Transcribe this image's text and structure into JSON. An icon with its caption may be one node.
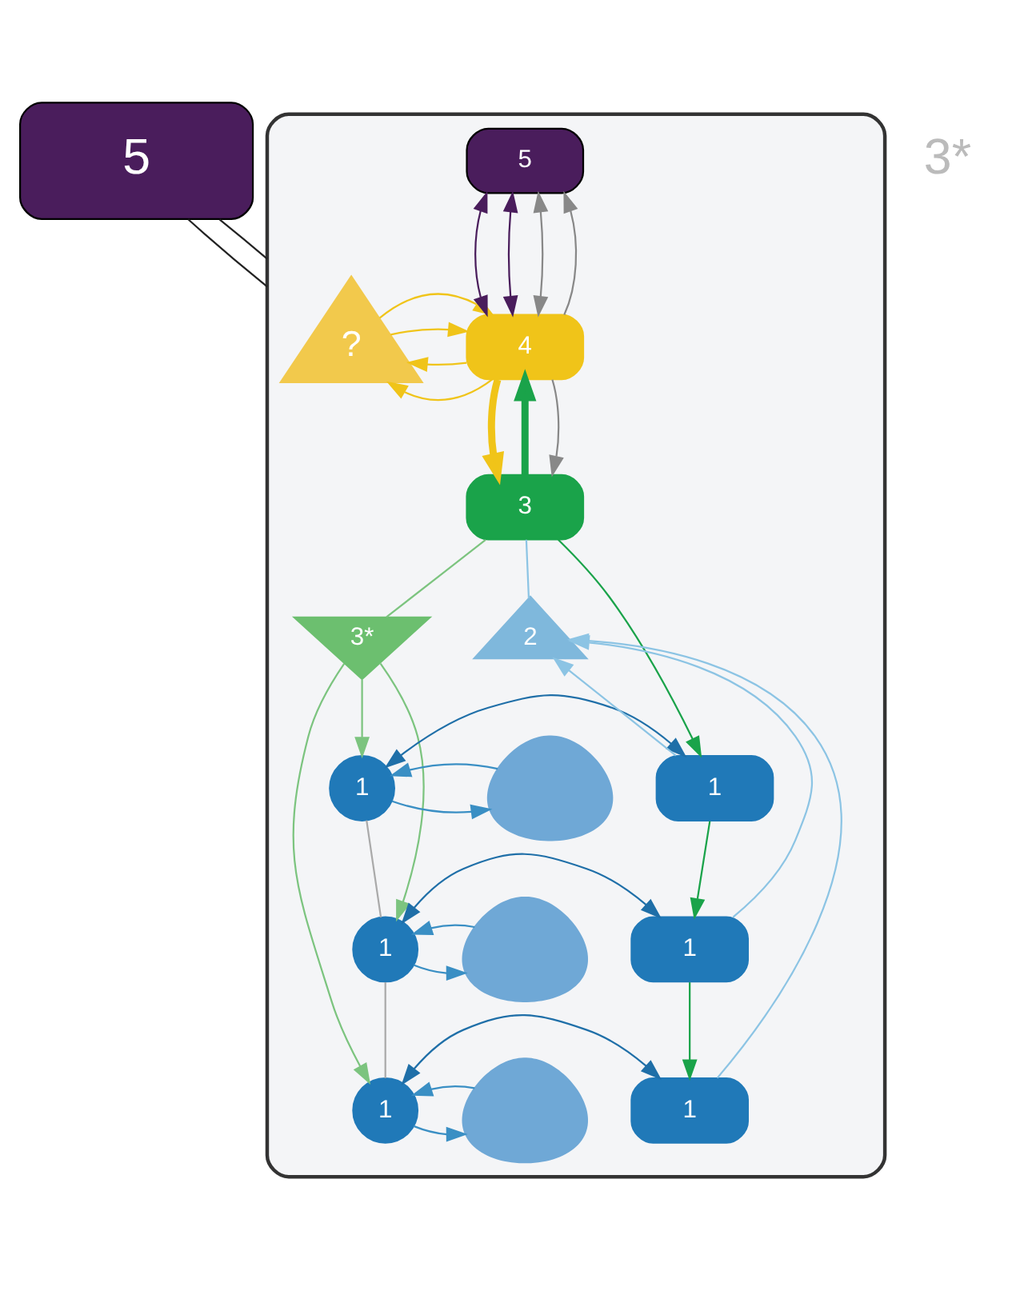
{
  "diagram": {
    "nodes": [
      {
        "text": [
          "5"
        ]
      },
      {
        "text": [],
        "shape": "box"
      },
      {
        "text": [
          "?"
        ],
        "in": 1
      },
      {
        "text": [
          "5"
        ],
        "in": 1
      },
      {
        "text": [
          "4"
        ],
        "in": 1
      },
      {
        "text": [
          "3"
        ],
        "in": 1
      },
      {
        "text": [
          "3*"
        ],
        "in": 1
      },
      {
        "text": [
          "2"
        ],
        "in": 1
      },
      {
        "text": [
          "1"
        ],
        "in": 1
      },
      {
        "text": [
          "1"
        ],
        "in": 1
      },
      {
        "text": [
          "1"
        ],
        "in": 1
      },
      {
        "text": [
          "1"
        ],
        "in": 1
      },
      {
        "text": [
          "1"
        ],
        "in": 1
      },
      {
        "text": [
          "1"
        ],
        "in": 1
      },
      {
        "text": [],
        "shape": "blob",
        "in": 1
      },
      {
        "text": [],
        "shape": "blob",
        "in": 1
      },
      {
        "text": [],
        "shape": "blob",
        "in": 1
      }
    ],
    "edges": [
      {
        "from": 0,
        "to": 1,
        "arrow": "none",
        "color": "#222222"
      },
      {
        "from": 0,
        "to": 1,
        "arrow": "none",
        "color": "#222222"
      },
      {
        "from": 3,
        "to": 4,
        "arrow": "both",
        "color": "#4a1d5c"
      },
      {
        "from": 3,
        "to": 4,
        "arrow": "both",
        "color": "#4a1d5c"
      },
      {
        "from": 3,
        "to": 4,
        "arrow": "both",
        "color": "#888888"
      },
      {
        "from": 4,
        "to": 3,
        "arrow": "to",
        "color": "#888888"
      },
      {
        "from": 5,
        "to": 4,
        "arrow": "to",
        "style": "thick",
        "color": "#1aa34a"
      },
      {
        "from": 4,
        "to": 5,
        "arrow": "to",
        "style": "thick",
        "color": "#f0c419"
      },
      {
        "from": 4,
        "to": 5,
        "arrow": "to",
        "color": "#888888"
      },
      {
        "from": 4,
        "to": 2,
        "arrow": "to",
        "color": "#f0c419"
      },
      {
        "from": 4,
        "to": 2,
        "arrow": "to",
        "color": "#f0c419"
      },
      {
        "from": 2,
        "to": 4,
        "arrow": "to",
        "color": "#f0c419"
      },
      {
        "from": 2,
        "to": 4,
        "arrow": "to",
        "color": "#f0c419"
      },
      {
        "from": 5,
        "to": 6,
        "arrow": "none",
        "color": "#7cc47f"
      },
      {
        "from": 5,
        "to": 7,
        "arrow": "none",
        "color": "#8cc4e4"
      },
      {
        "from": 5,
        "to": 11,
        "arrow": "to",
        "color": "#1aa34a"
      },
      {
        "from": 11,
        "to": 12,
        "arrow": "to",
        "color": "#1aa34a"
      },
      {
        "from": 12,
        "to": 13,
        "arrow": "to",
        "color": "#1aa34a"
      },
      {
        "from": 6,
        "to": 8,
        "arrow": "to",
        "color": "#7cc47f"
      },
      {
        "from": 6,
        "to": 9,
        "arrow": "to",
        "color": "#7cc47f"
      },
      {
        "from": 6,
        "to": 10,
        "arrow": "to",
        "color": "#7cc47f"
      },
      {
        "from": 8,
        "to": 11,
        "arrow": "both",
        "color": "#1f6fa8"
      },
      {
        "from": 9,
        "to": 12,
        "arrow": "both",
        "color": "#1f6fa8"
      },
      {
        "from": 10,
        "to": 13,
        "arrow": "both",
        "color": "#1f6fa8"
      },
      {
        "from": 11,
        "to": 7,
        "arrow": "to",
        "color": "#8cc4e4"
      },
      {
        "from": 12,
        "to": 7,
        "arrow": "to",
        "color": "#8cc4e4"
      },
      {
        "from": 13,
        "to": 7,
        "arrow": "to",
        "color": "#8cc4e4"
      },
      {
        "from": 8,
        "to": 14,
        "arrow": "to",
        "color": "#3a8fc4"
      },
      {
        "from": 14,
        "to": 8,
        "arrow": "to",
        "color": "#3a8fc4"
      },
      {
        "from": 9,
        "to": 15,
        "arrow": "to",
        "color": "#3a8fc4"
      },
      {
        "from": 15,
        "to": 9,
        "arrow": "to",
        "color": "#3a8fc4"
      },
      {
        "from": 10,
        "to": 16,
        "arrow": "to",
        "color": "#3a8fc4"
      },
      {
        "from": 16,
        "to": 10,
        "arrow": "to",
        "color": "#3a8fc4"
      },
      {
        "from": 8,
        "to": 9,
        "arrow": "none",
        "color": "#aaaaaa"
      },
      {
        "from": 9,
        "to": 10,
        "arrow": "none",
        "color": "#aaaaaa"
      }
    ],
    "labels": [
      "3*"
    ]
  }
}
